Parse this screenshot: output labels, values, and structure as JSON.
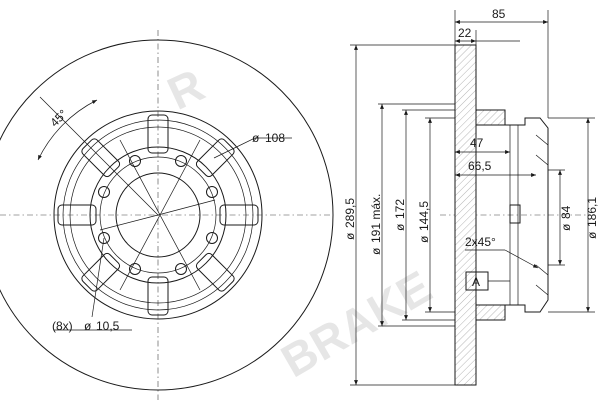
{
  "watermark": {
    "mark": "R",
    "text": "BRAKE"
  },
  "front_view": {
    "angle_label": "45°",
    "hub_dia_label": "108",
    "hole_label_prefix": "(8x)",
    "hole_label_dia": "10,5"
  },
  "section_view": {
    "overall_width": "85",
    "flange_width": "22",
    "outer_dia": "289,5",
    "friction_inner_dia": "191 máx.",
    "hub_dia_172": "172",
    "hub_dia_144": "144,5",
    "depth_47": "47",
    "depth_66": "66,5",
    "chamfer": "2x45°",
    "datum": "A",
    "bore_dia_84": "84",
    "hub_outer_dia": "186,1"
  }
}
